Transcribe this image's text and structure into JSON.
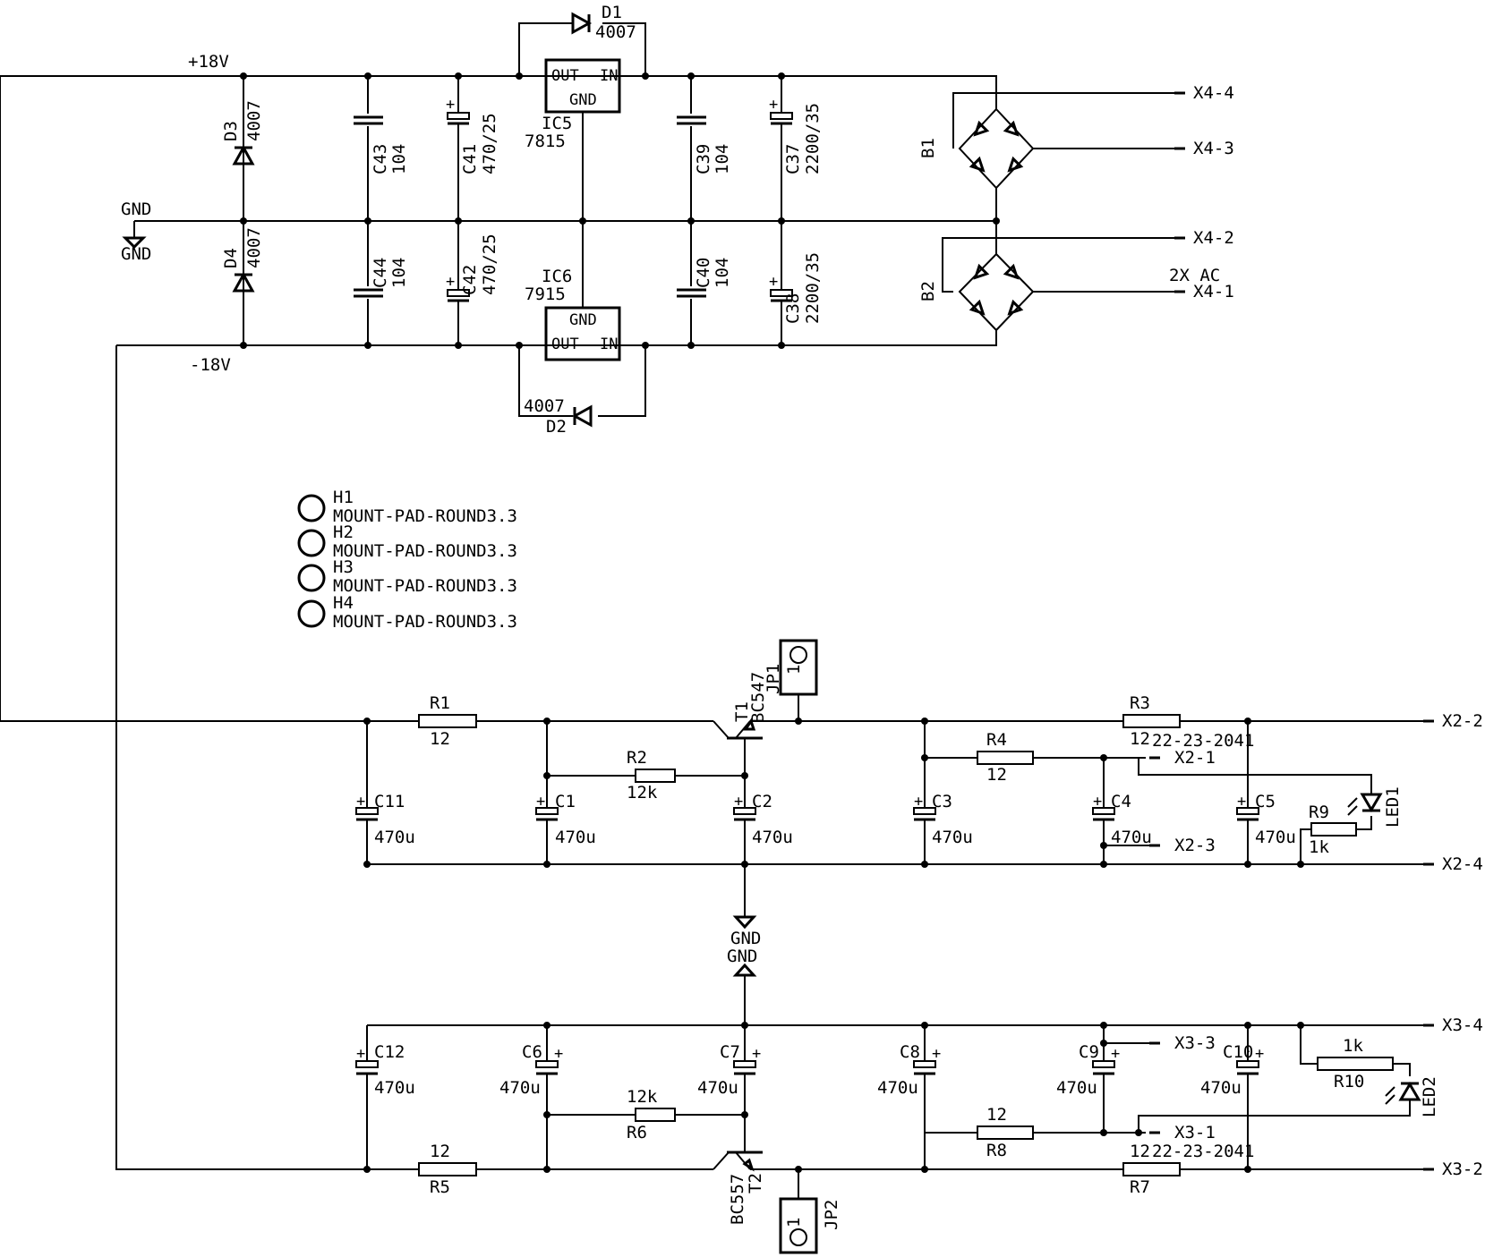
{
  "nets": {
    "pos18": "+18V",
    "neg18": "-18V",
    "gnd_net": "GND",
    "gnd_sym": "GND",
    "gnd_t1": "GND",
    "gnd_t2": "GND",
    "ac": "2X AC"
  },
  "connectors": {
    "x4_4": "X4-4",
    "x4_3": "X4-3",
    "x4_2": "X4-2",
    "x4_1": "X4-1",
    "x2_2": "X2-2",
    "x2_1": "X2-1",
    "x2_3": "X2-3",
    "x2_4": "X2-4",
    "x3_4": "X3-4",
    "x3_3": "X3-3",
    "x3_1": "X3-1",
    "x3_2": "X3-2",
    "part_x2": "22-23-2041",
    "part_x3": "22-23-2041"
  },
  "parts": {
    "d1": {
      "name": "D1",
      "value": "4007"
    },
    "d2": {
      "name": "D2",
      "value": "4007"
    },
    "d3": {
      "name": "D3",
      "value": "4007"
    },
    "d4": {
      "name": "D4",
      "value": "4007"
    },
    "ic5": {
      "name": "IC5",
      "value": "7815",
      "out": "OUT",
      "in": "IN",
      "gnd": "GND"
    },
    "ic6": {
      "name": "IC6",
      "value": "7915",
      "out": "OUT",
      "in": "IN",
      "gnd": "GND"
    },
    "c43": {
      "name": "C43",
      "value": "104"
    },
    "c44": {
      "name": "C44",
      "value": "104"
    },
    "c41": {
      "name": "C41",
      "value": "470/25"
    },
    "c42": {
      "name": "C42",
      "value": "470/25"
    },
    "c39": {
      "name": "C39",
      "value": "104"
    },
    "c40": {
      "name": "C40",
      "value": "104"
    },
    "c37": {
      "name": "C37",
      "value": "2200/35"
    },
    "c38": {
      "name": "C38",
      "value": "2200/35"
    },
    "b1": {
      "name": "B1"
    },
    "b2": {
      "name": "B2"
    },
    "h1": {
      "name": "H1",
      "value": "MOUNT-PAD-ROUND3.3"
    },
    "h2": {
      "name": "H2",
      "value": "MOUNT-PAD-ROUND3.3"
    },
    "h3": {
      "name": "H3",
      "value": "MOUNT-PAD-ROUND3.3"
    },
    "h4": {
      "name": "H4",
      "value": "MOUNT-PAD-ROUND3.3"
    },
    "jp1": {
      "name": "JP1",
      "pin": "1"
    },
    "jp2": {
      "name": "JP2",
      "pin": "1"
    },
    "t1": {
      "name": "T1",
      "value": "BC547"
    },
    "t2": {
      "name": "T2",
      "value": "BC557"
    },
    "r1": {
      "name": "R1",
      "value": "12"
    },
    "r2": {
      "name": "R2",
      "value": "12k"
    },
    "r3": {
      "name": "R3",
      "value": "12"
    },
    "r4": {
      "name": "R4",
      "value": "12"
    },
    "r5": {
      "name": "R5",
      "value": "12"
    },
    "r6": {
      "name": "R6",
      "value": "12k"
    },
    "r7": {
      "name": "R7",
      "value": "12"
    },
    "r8": {
      "name": "R8",
      "value": "12"
    },
    "r9": {
      "name": "R9",
      "value": "1k"
    },
    "r10": {
      "name": "R10",
      "value": "1k"
    },
    "led1": {
      "name": "LED1"
    },
    "led2": {
      "name": "LED2"
    },
    "c11": {
      "name": "C11",
      "value": "470u"
    },
    "c1": {
      "name": "C1",
      "value": "470u"
    },
    "c2": {
      "name": "C2",
      "value": "470u"
    },
    "c3": {
      "name": "C3",
      "value": "470u"
    },
    "c4": {
      "name": "C4",
      "value": "470u"
    },
    "c5": {
      "name": "C5",
      "value": "470u"
    },
    "c12": {
      "name": "C12",
      "value": "470u"
    },
    "c6": {
      "name": "C6",
      "value": "470u"
    },
    "c7": {
      "name": "C7",
      "value": "470u"
    },
    "c8": {
      "name": "C8",
      "value": "470u"
    },
    "c9": {
      "name": "C9",
      "value": "470u"
    },
    "c10": {
      "name": "C10",
      "value": "470u"
    }
  }
}
